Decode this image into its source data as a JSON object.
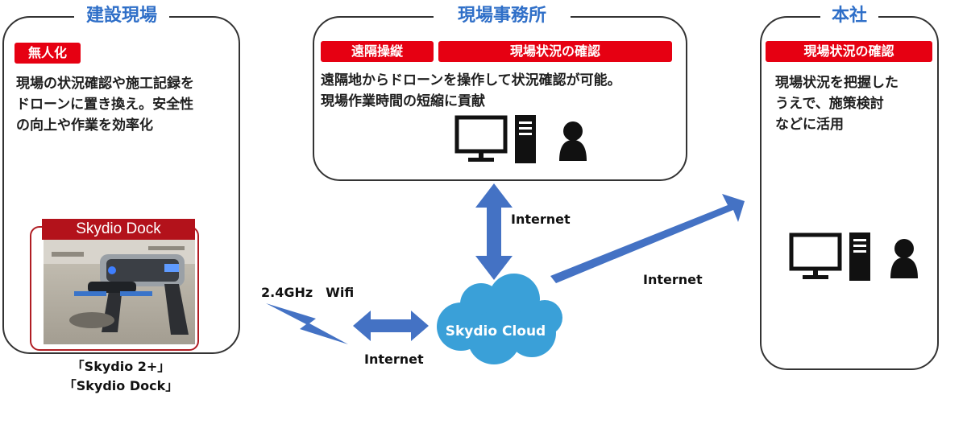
{
  "site": {
    "heading": "建設現場",
    "tag": "無人化",
    "description": [
      "現場の状況確認や施工記録を",
      "ドローンに置き換え。安全性",
      "の向上や作業を効率化"
    ],
    "dock_label": "Skydio Dock",
    "captions": [
      "「Skydio 2+」",
      "「Skydio Dock」"
    ]
  },
  "office": {
    "heading": "現場事務所",
    "tags": [
      "遠隔操縦",
      "現場状況の確認"
    ],
    "description": [
      "遠隔地からドローンを操作して状況確認が可能。",
      "現場作業時間の短縮に貢献"
    ],
    "icons": [
      "computer-icon",
      "person-icon"
    ]
  },
  "hq": {
    "heading": "本社",
    "tag": "現場状況の確認",
    "description": [
      "現場状況を把握した",
      "うえで、施策検討",
      "などに活用"
    ],
    "icons": [
      "computer-icon",
      "person-icon"
    ]
  },
  "network": {
    "cloud_label": "Skydio Cloud",
    "wifi_label": "2.4GHz　Wifi",
    "internet_vertical": "Internet",
    "internet_diagonal": "Internet",
    "internet_horizontal": "Internet"
  },
  "colors": {
    "heading": "#2f6fc8",
    "tag": "#e60012",
    "arrow": "#4472c4",
    "cloud": "#3aa0d8"
  }
}
